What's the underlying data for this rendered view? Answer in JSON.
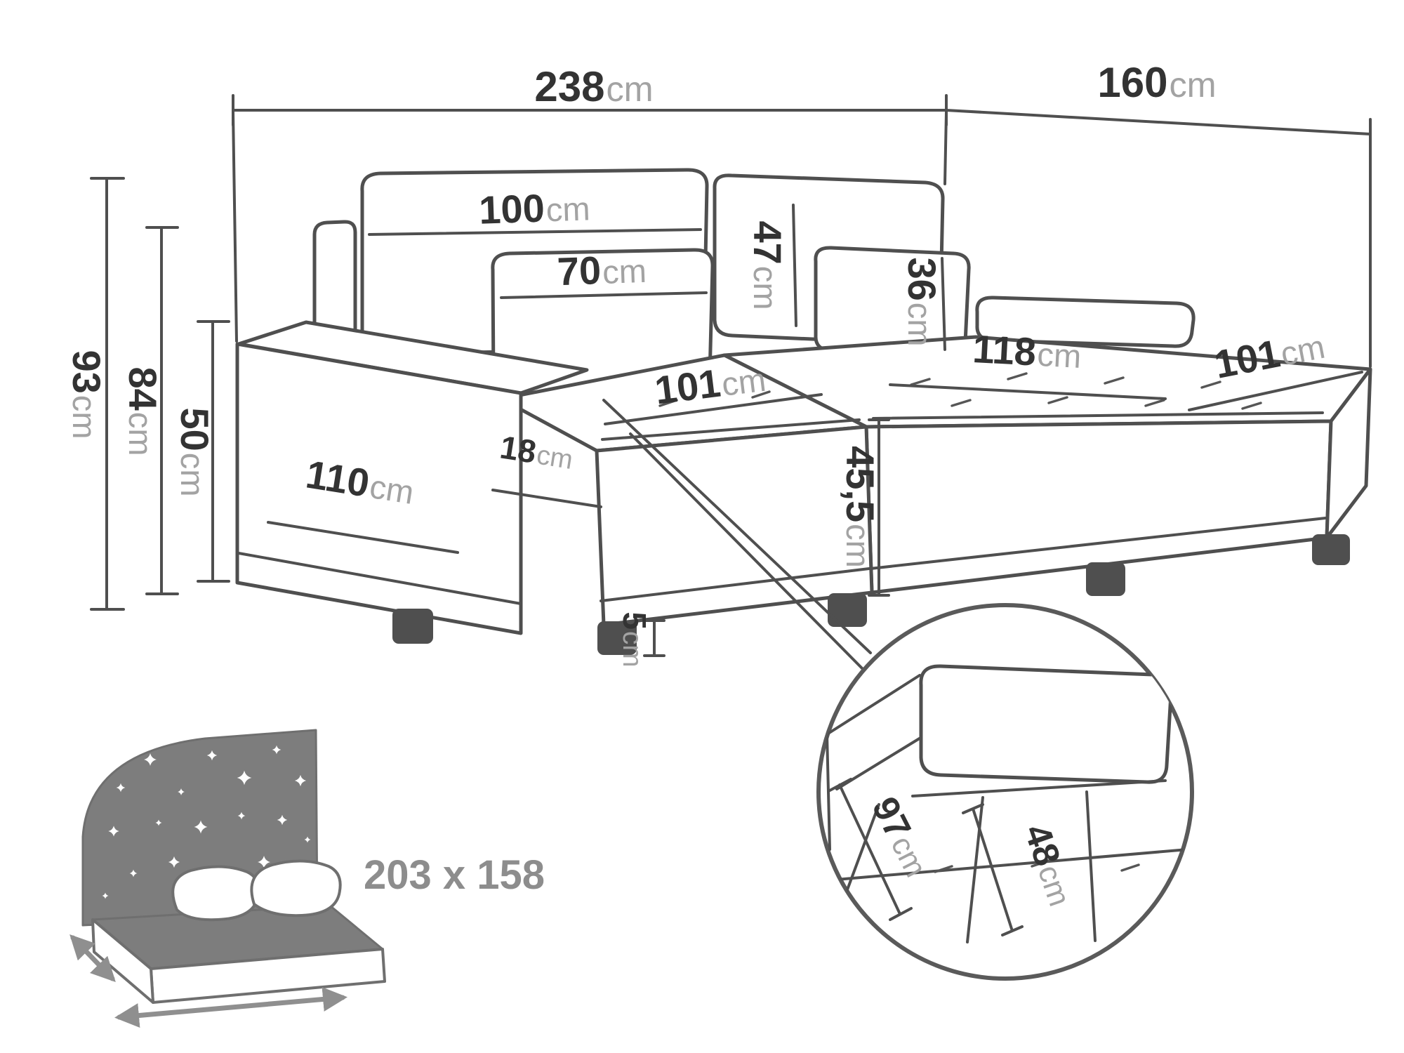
{
  "diagram_title": "corner-sofa-dimension-diagram",
  "dimensions": {
    "overall_width": {
      "value": "238",
      "unit": "cm"
    },
    "overall_depth": {
      "value": "160",
      "unit": "cm"
    },
    "total_height": {
      "value": "93",
      "unit": "cm"
    },
    "backrest_height": {
      "value": "84",
      "unit": "cm"
    },
    "armrest_height": {
      "value": "50",
      "unit": "cm"
    },
    "back_cushion_width": {
      "value": "100",
      "unit": "cm"
    },
    "small_cushion_width": {
      "value": "70",
      "unit": "cm"
    },
    "back_cushion_height": {
      "value": "47",
      "unit": "cm"
    },
    "side_pillow_height": {
      "value": "36",
      "unit": "cm"
    },
    "seat_width": {
      "value": "101",
      "unit": "cm"
    },
    "chaise_length": {
      "value": "118",
      "unit": "cm"
    },
    "chaise_width": {
      "value": "101",
      "unit": "cm"
    },
    "armrest_length": {
      "value": "110",
      "unit": "cm"
    },
    "armrest_width": {
      "value": "18",
      "unit": "cm"
    },
    "seat_height": {
      "value": "45,5",
      "unit": "cm"
    },
    "leg_height": {
      "value": "5",
      "unit": "cm"
    },
    "detail_seat_depth": {
      "value": "97",
      "unit": "cm"
    },
    "detail_cushion_depth": {
      "value": "48",
      "unit": "cm"
    }
  },
  "sleeping_area": {
    "label": "203 x 158"
  },
  "colors": {
    "line": "#4f4f4f",
    "number": "#333333",
    "unit": "#a3a3a3",
    "icon_gray": "#7d7d7d",
    "background": "#ffffff"
  }
}
